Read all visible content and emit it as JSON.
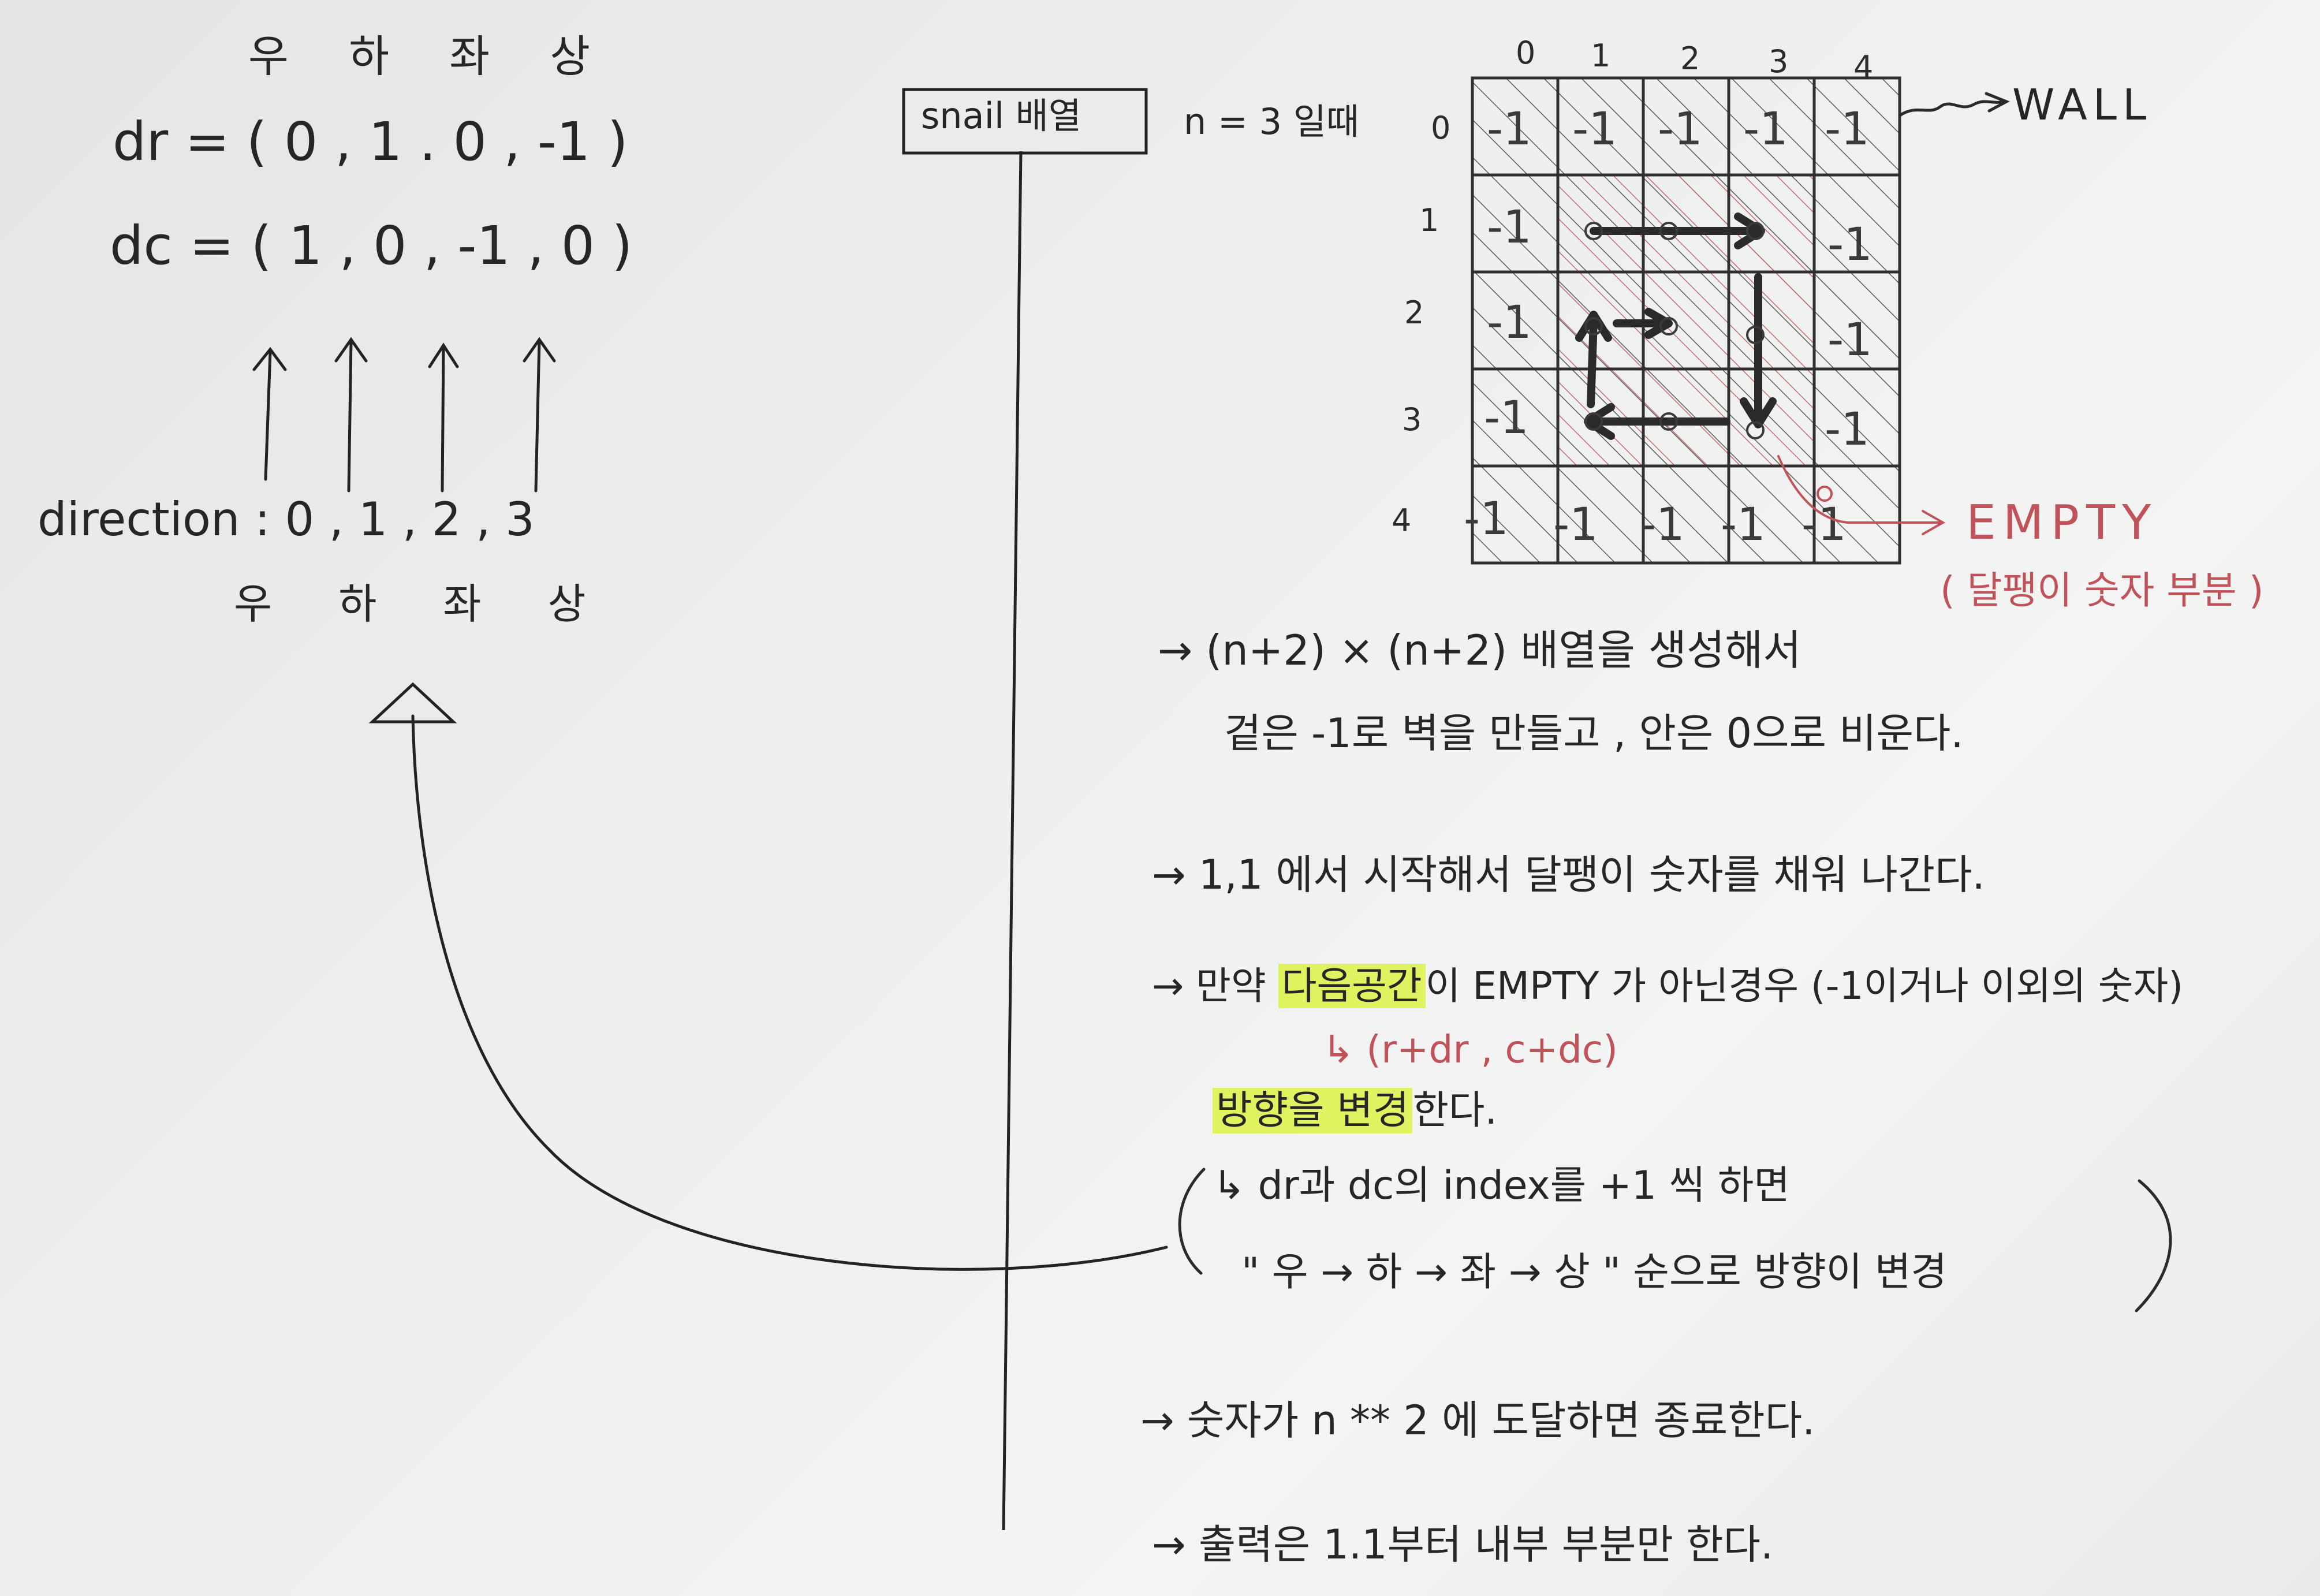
{
  "left": {
    "top_labels": "우  하  좌  상",
    "dr": "dr = ( 0 , 1 . 0 , -1 )",
    "dc": "dc = ( 1 , 0 , -1 , 0 )",
    "direction": "direction : 0 , 1 , 2 , 3",
    "bottom_labels": "우  하  좌  상"
  },
  "title_box": "snail 배열",
  "diagram": {
    "caption": "n = 3 일때",
    "col_indices": [
      "0",
      "1",
      "2",
      "3",
      "4"
    ],
    "row_indices": [
      "0",
      "1",
      "2",
      "3",
      "4"
    ],
    "wall_value": "-1",
    "inner_marker": "0",
    "wall_label": "WALL",
    "empty_label": "EMPTY",
    "empty_note": "( 달팽이 숫자 부분 )",
    "colors": {
      "wall_hatch": "#4a4a4a",
      "inner_hatch": "#c86a72",
      "empty_red": "#c0525a"
    }
  },
  "notes": {
    "line1a": "→ (n+2) × (n+2) 배열을 생성해서",
    "line1b": "겉은 -1로 벽을 만들고 , 안은 0으로 비운다.",
    "line2": "→ 1,1 에서 시작해서 달팽이 숫자를 채워 나간다.",
    "line3_pre": "→ 만약",
    "line3_hl": "다음공간",
    "line3_post": "이 EMPTY 가 아닌경우 (-1이거나 이외의 숫자)",
    "line3_sub": "↳ (r+dr , c+dc)",
    "line4_hl": "방향을 변경",
    "line4_post": "한다.",
    "line5a": "↳ dr과 dc의 index를 +1 씩 하면",
    "line5b": "\" 우 → 하 → 좌 → 상 \" 순으로 방향이 변경",
    "line6": "→ 숫자가 n ** 2 에 도달하면 종료한다.",
    "line7": "→ 출력은 1.1부터 내부 부분만 한다."
  }
}
